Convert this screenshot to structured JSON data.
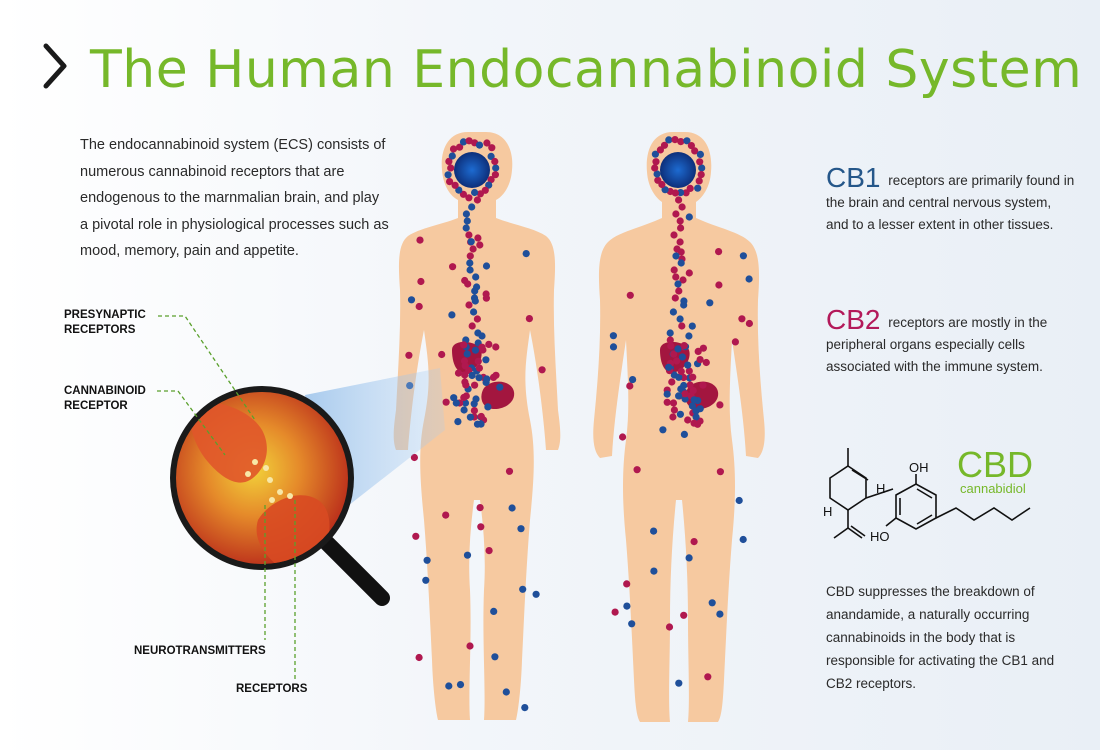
{
  "title": "The Human Endocannabinoid System",
  "intro": "The endocannabinoid system (ECS) consists of numerous cannabinoid receptors that are endogenous to the marnmalian brain, and play a pivotal role in physiological processes such as mood, memory, pain and appetite.",
  "callouts": {
    "presynaptic_line1": "PRESYNAPTIC",
    "presynaptic_line2": "RECEPTORS",
    "cannabinoid_line1": "CANNABINOID",
    "cannabinoid_line2": "RECEPTOR",
    "neurotransmitters": "NEUROTRANSMITTERS",
    "receptors": "RECEPTORS"
  },
  "cb1": {
    "title": "CB1",
    "text": "receptors are primarily found in the brain and central nervous system, and to a lesser extent in other tissues."
  },
  "cb2": {
    "title": "CB2",
    "text": "receptors are mostly in the peripheral organs especially cells associated with the immune system."
  },
  "cbd": {
    "title": "CBD",
    "subtitle": "cannabidiol",
    "atom_oh": "OH",
    "atom_ho": "HO",
    "atom_h": "H",
    "description": "CBD suppresses the breakdown of anandamide, a naturally occurring cannabinoids in the body that is responsible for activating the CB1 and CB2 receptors."
  },
  "colors": {
    "title_green": "#76b82a",
    "cb1_blue": "#25578a",
    "cb2_magenta": "#b3195a",
    "skin": "#f6c9a0",
    "receptor_red": "#b0184f",
    "receptor_blue": "#1f4f9a"
  },
  "icons": {
    "title_marker": "chevron-right-icon",
    "magnifier": "magnifying-glass-icon"
  }
}
